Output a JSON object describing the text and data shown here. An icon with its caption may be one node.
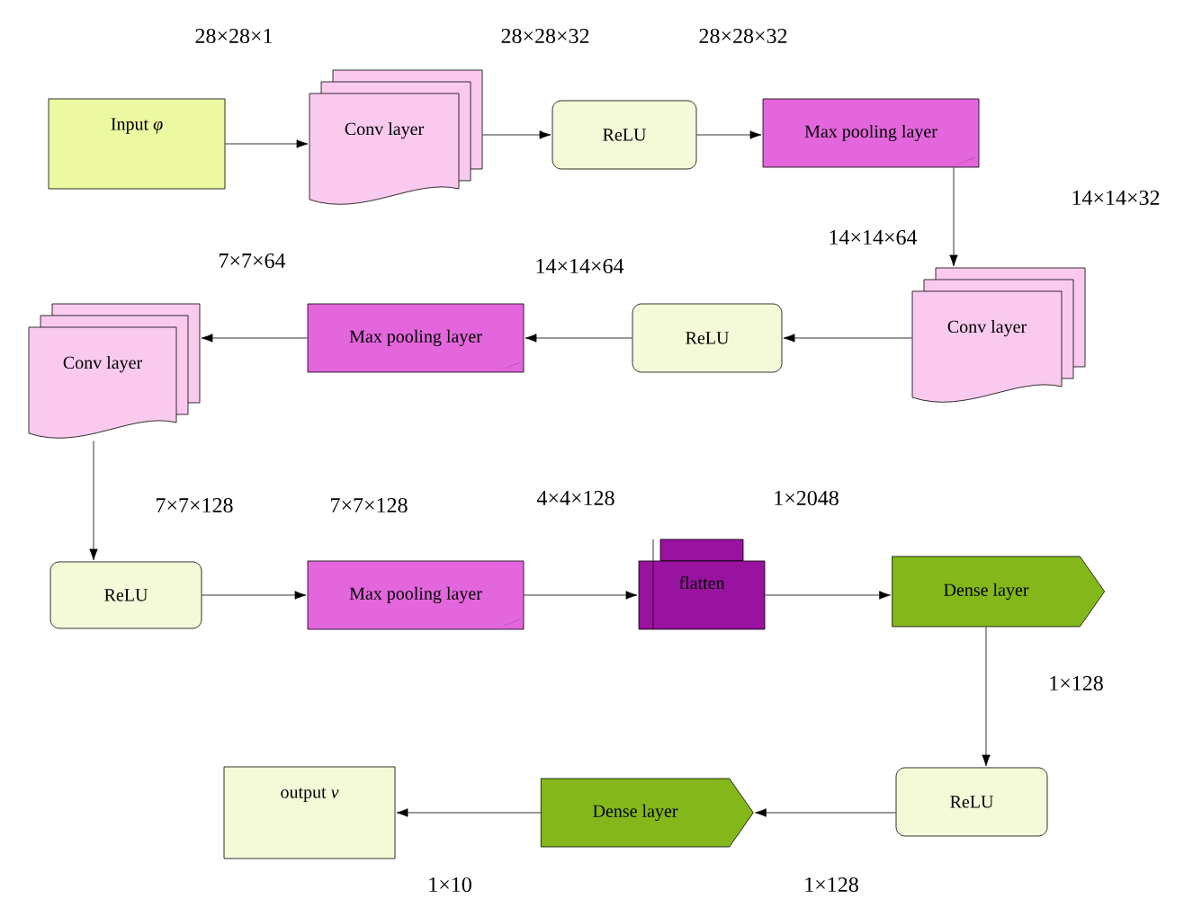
{
  "diagram": {
    "nodes": [
      {
        "text": [
          "Input *φ*"
        ]
      },
      {
        "text": [
          "Conv layer"
        ]
      },
      {
        "text": [
          "ReLU"
        ]
      },
      {
        "text": [
          "Max pooling layer"
        ]
      },
      {
        "text": [
          "Conv layer"
        ]
      },
      {
        "text": [
          "ReLU"
        ]
      },
      {
        "text": [
          "Max pooling layer"
        ]
      },
      {
        "text": [
          "Conv layer"
        ]
      },
      {
        "text": [
          "ReLU"
        ]
      },
      {
        "text": [
          "Max pooling layer"
        ]
      },
      {
        "text": [
          "flatten"
        ]
      },
      {
        "text": [
          "Dense layer"
        ]
      },
      {
        "text": [
          "ReLU"
        ]
      },
      {
        "text": [
          "Dense layer"
        ]
      },
      {
        "text": [
          "output *ν*"
        ]
      }
    ],
    "edges": [
      {
        "from": 0,
        "to": 1,
        "arrow": "to"
      },
      {
        "from": 1,
        "to": 2,
        "arrow": "to"
      },
      {
        "from": 2,
        "to": 3,
        "arrow": "to"
      },
      {
        "from": 3,
        "to": 4,
        "arrow": "to"
      },
      {
        "from": 4,
        "to": 5,
        "arrow": "to"
      },
      {
        "from": 5,
        "to": 6,
        "arrow": "to"
      },
      {
        "from": 6,
        "to": 7,
        "arrow": "to"
      },
      {
        "from": 7,
        "to": 8,
        "arrow": "to"
      },
      {
        "from": 8,
        "to": 9,
        "arrow": "to"
      },
      {
        "from": 9,
        "to": 10,
        "arrow": "to"
      },
      {
        "from": 10,
        "to": 11,
        "arrow": "to"
      },
      {
        "from": 11,
        "to": 12,
        "arrow": "to"
      },
      {
        "from": 12,
        "to": 13,
        "arrow": "to"
      },
      {
        "from": 13,
        "to": 14,
        "arrow": "to"
      }
    ],
    "labels": [
      "28×28×1",
      "28×28×32",
      "28×28×32",
      "14×14×32",
      "14×14×64",
      "7×7×64",
      "14×14×64",
      "7×7×128",
      "7×7×128",
      "4×4×128",
      "1×2048",
      "1×128",
      "1×10",
      "1×128"
    ]
  }
}
